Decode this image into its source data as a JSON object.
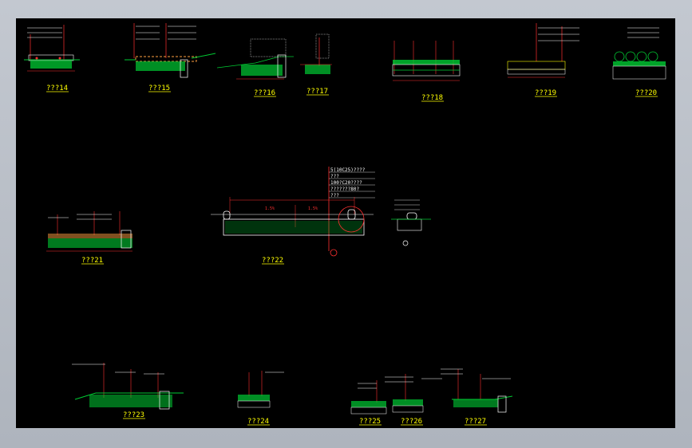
{
  "drawing": {
    "background": "#000000",
    "colors": {
      "title": "#ffff00",
      "annotation": "#ffffff",
      "dimension": "#ff3030",
      "fill": "#00cc33",
      "gravel": "#ffa040",
      "outline": "#ffffff"
    },
    "details": [
      {
        "id": "d14",
        "title": "???14"
      },
      {
        "id": "d15",
        "title": "???15"
      },
      {
        "id": "d16",
        "title": "???16"
      },
      {
        "id": "d17",
        "title": "???17"
      },
      {
        "id": "d18",
        "title": "???18"
      },
      {
        "id": "d19",
        "title": "???19"
      },
      {
        "id": "d20",
        "title": "???20"
      },
      {
        "id": "d21",
        "title": "???21"
      },
      {
        "id": "d22",
        "title": "???22"
      },
      {
        "id": "d23",
        "title": "???23"
      },
      {
        "id": "d24",
        "title": "???24"
      },
      {
        "id": "d25",
        "title": "???25"
      },
      {
        "id": "d26",
        "title": "???26"
      },
      {
        "id": "d27",
        "title": "???27"
      }
    ],
    "section22_notes": [
      "5(10C25)????",
      "???",
      "100?C20????",
      "???????80?",
      "???"
    ],
    "section22_dims": [
      "1.5%",
      "1.5%"
    ]
  }
}
